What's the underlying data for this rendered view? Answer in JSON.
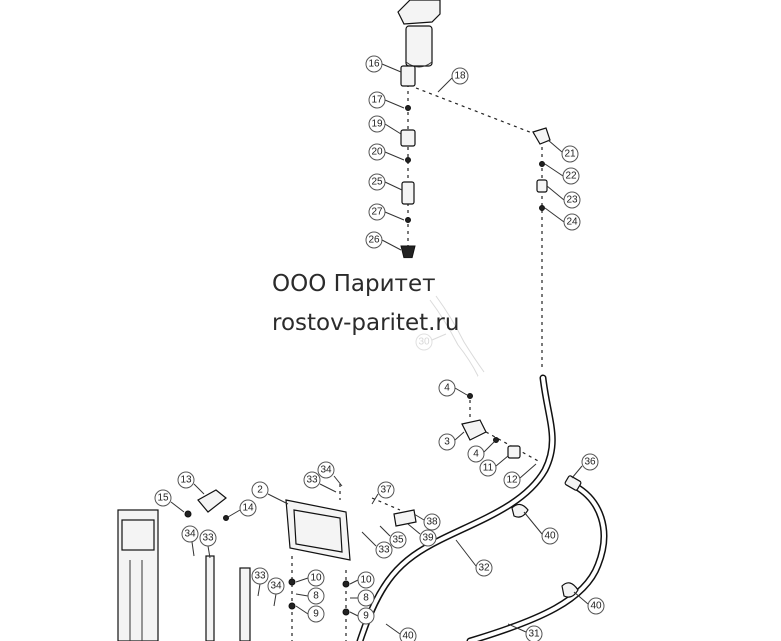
{
  "watermark": {
    "line1": "ООО Паритет",
    "line2": "rostov-paritet.ru"
  },
  "callouts": {
    "c2": "2",
    "c3": "3",
    "c4a": "4",
    "c4b": "4",
    "c8a": "8",
    "c8b": "8",
    "c9a": "9",
    "c9b": "9",
    "c10a": "10",
    "c10b": "10",
    "c11": "11",
    "c12": "12",
    "c13": "13",
    "c14": "14",
    "c15": "15",
    "c16": "16",
    "c17": "17",
    "c18": "18",
    "c19": "19",
    "c20": "20",
    "c21": "21",
    "c22": "22",
    "c23": "23",
    "c24": "24",
    "c25": "25",
    "c26": "26",
    "c27": "27",
    "c30": "30",
    "c31": "31",
    "c32": "32",
    "c33a": "33",
    "c33b": "33",
    "c33c": "33",
    "c33d": "33",
    "c34a": "34",
    "c34b": "34",
    "c34c": "34",
    "c35": "35",
    "c36": "36",
    "c37": "37",
    "c38": "38",
    "c39": "39",
    "c40a": "40",
    "c40b": "40",
    "c40c": "40"
  }
}
